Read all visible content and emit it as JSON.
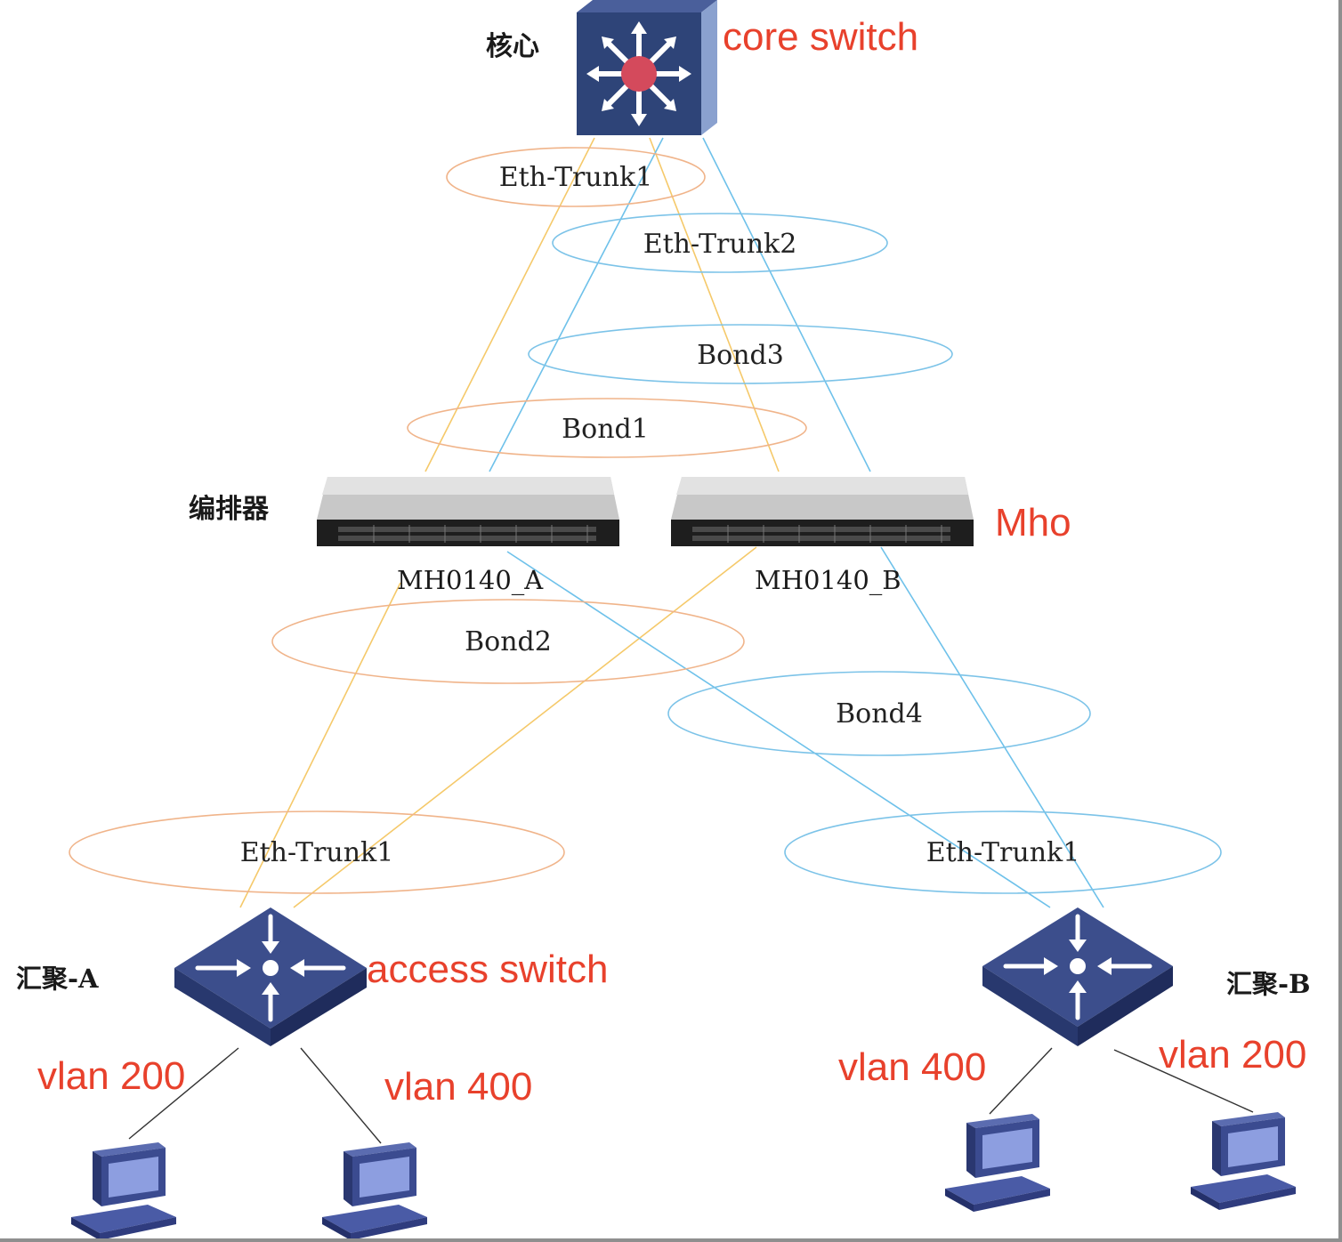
{
  "labels": {
    "core_cn": "核心",
    "core_en": "core switch",
    "orch_cn": "编排器",
    "mho": "Mho",
    "mh_a": "MH0140_A",
    "mh_b": "MH0140_B",
    "agg_a_cn": "汇聚-A",
    "agg_b_cn": "汇聚-B",
    "access": "access switch"
  },
  "bundles": {
    "top_eth_trunk1": "Eth-Trunk1",
    "top_eth_trunk2": "Eth-Trunk2",
    "bond3": "Bond3",
    "bond1": "Bond1",
    "bond2": "Bond2",
    "bond4": "Bond4",
    "bottom_left_eth_trunk1": "Eth-Trunk1",
    "bottom_right_eth_trunk1": "Eth-Trunk1"
  },
  "vlans": {
    "a_left": "vlan 200",
    "a_right": "vlan 400",
    "b_left": "vlan 400",
    "b_right": "vlan 200"
  },
  "colors": {
    "annotation_red": "#e8412c",
    "orange_link": "#f5b041",
    "blue_link": "#5bb8e6",
    "orange_ellipse": "#f0b48a",
    "blue_ellipse": "#7cc3e8",
    "device_navy": "#2e3f7a"
  }
}
